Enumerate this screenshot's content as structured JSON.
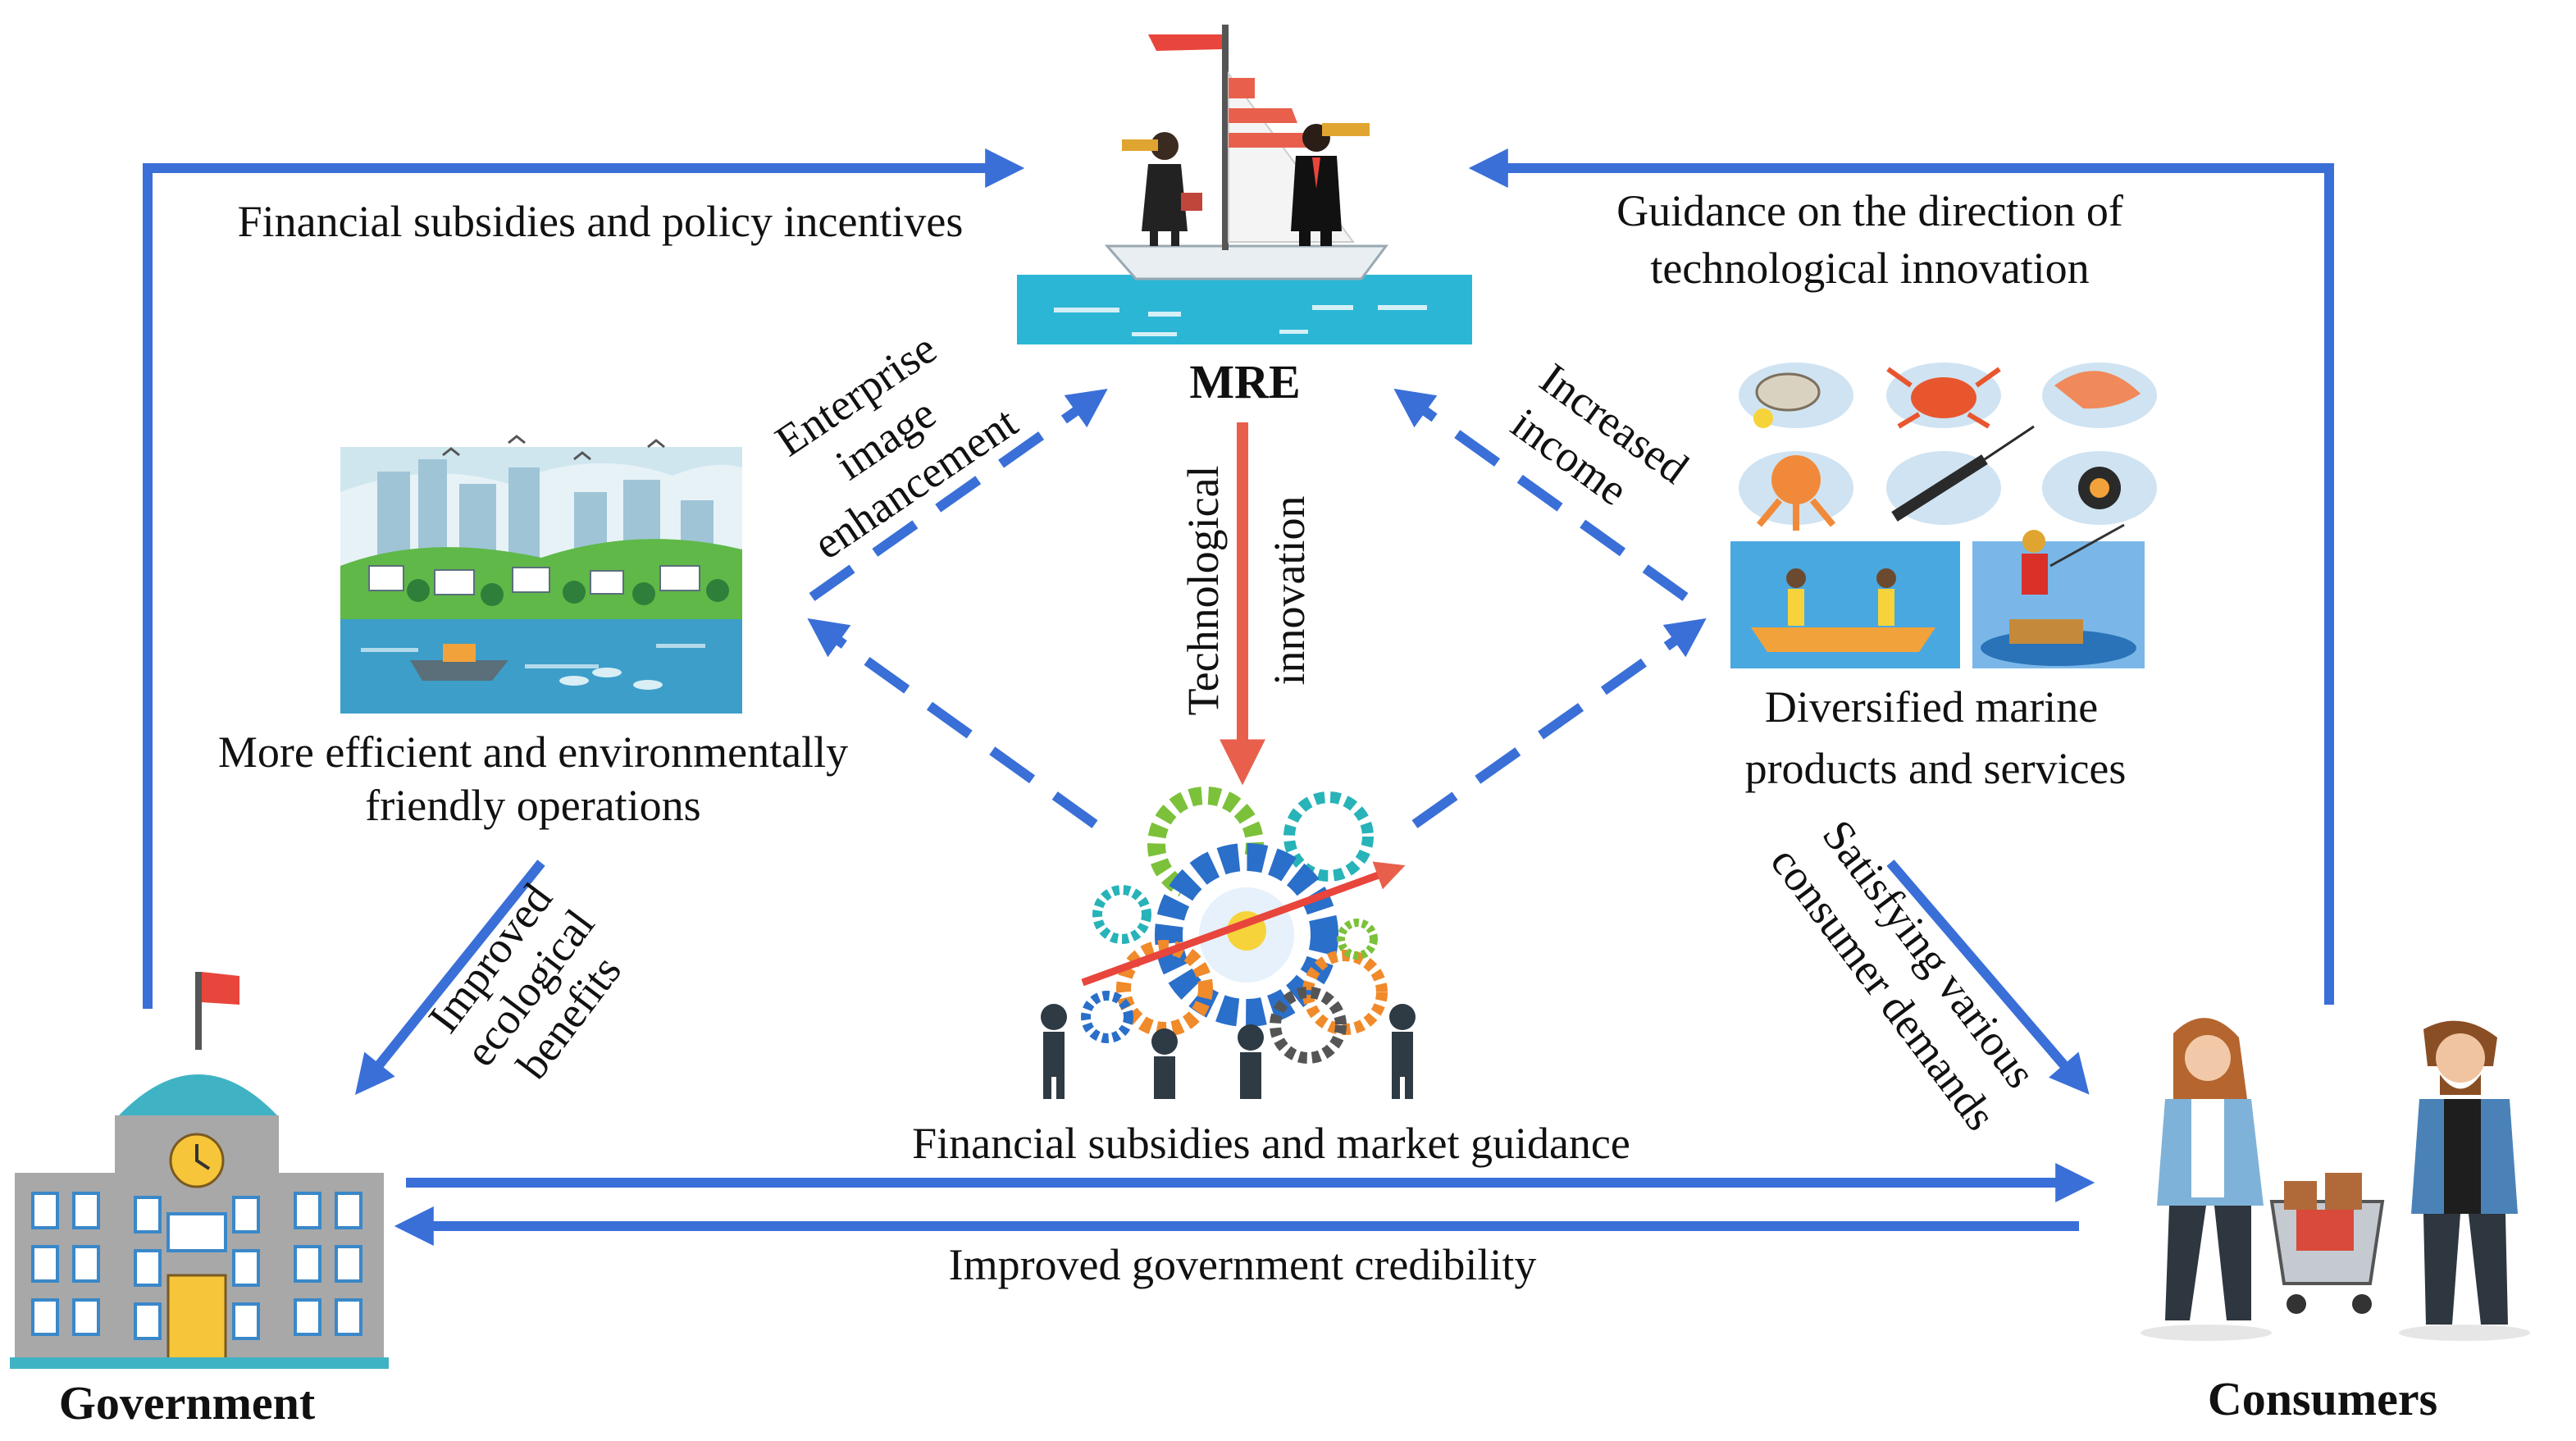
{
  "nodes": {
    "mre": "MRE",
    "government": "Government",
    "consumers": "Consumers",
    "efficient_ops": [
      "More efficient and environmentally",
      "friendly operations"
    ],
    "diversified": [
      "Diversified  marine",
      "products  and  services"
    ]
  },
  "flows": {
    "gov_to_mre": "Financial subsidies and policy incentives",
    "consumers_to_mre": [
      "Guidance on the direction of",
      "technological innovation"
    ],
    "image": [
      "Enterprise",
      "image",
      "enhancement"
    ],
    "income": [
      "Increased",
      "income"
    ],
    "tech_innovation": [
      "Technological",
      "innovation"
    ],
    "ecological": [
      "Improved",
      "ecological",
      "benefits"
    ],
    "demands": [
      "Satisfying  various",
      "consumer  demands"
    ],
    "gov_to_consumers": "Financial subsidies and market guidance",
    "consumers_to_gov": "Improved government credibility"
  },
  "colors": {
    "blue_arrow": "#3a6fd8",
    "red_arrow": "#e8604c",
    "sea": "#2bb6d6",
    "gear_blue": "#2a6fc9",
    "gear_green": "#7cc13a",
    "gear_orange": "#f08a2a",
    "gear_teal": "#27b3b8"
  },
  "icons": [
    "sailboat-icon",
    "gear-cluster-icon",
    "city-landscape-icon",
    "seafood-grid-icon",
    "government-building-icon",
    "consumers-icon"
  ]
}
